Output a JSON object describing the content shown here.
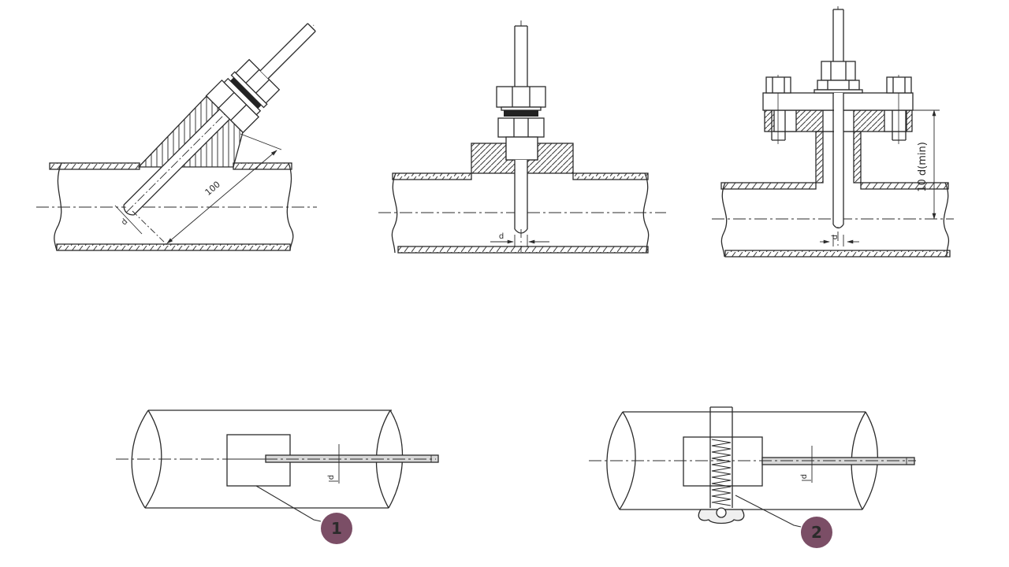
{
  "colors": {
    "background": "#ffffff",
    "line": "#2b2b2b",
    "rod_fill": "#d8d8d8",
    "callout_fill": "#7b4e66",
    "callout_text": "#ffffff"
  },
  "diagrams": {
    "angled_thermowell": {
      "insertion_length_label": "100",
      "tip_diameter_label": "d"
    },
    "boss_thermowell": {
      "tip_diameter_label": "d"
    },
    "flanged_thermowell": {
      "height_label": "10 d(min)",
      "tip_diameter_label": "d"
    },
    "elbow_thermowell": {
      "callout_number": "1",
      "tip_diameter_label": "d"
    },
    "elbow_spring_thermowell": {
      "callout_number": "2",
      "tip_diameter_label": "d"
    }
  }
}
